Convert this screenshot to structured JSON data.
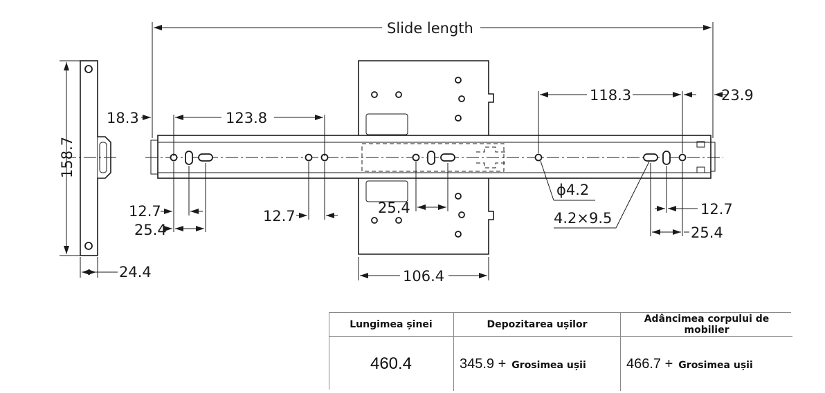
{
  "diagram": {
    "title_dimension": "Slide length",
    "dimensions": {
      "d_18_3": "18.3",
      "d_123_8": "123.8",
      "d_118_3": "118.3",
      "d_23_9": "23.9",
      "d_158_7": "158.7",
      "d_24_4": "24.4",
      "d_12_7_left": "12.7",
      "d_25_4_left": "25.4",
      "d_12_7_mid": "12.7",
      "d_25_4_mid": "25.4",
      "d_106_4": "106.4",
      "d_phi_4_2": "ϕ4.2",
      "d_slot": "4.2×9.5",
      "d_12_7_right": "12.7",
      "d_25_4_right": "25.4"
    }
  },
  "table": {
    "headers": [
      "Lungimea șinei",
      "Depozitarea ușilor",
      "Adâncimea corpului de mobilier"
    ],
    "row": {
      "slide_length": "460.4",
      "storage_value": "345.9 +",
      "storage_suffix": "Grosimea ușii",
      "depth_value": "466.7 +",
      "depth_suffix": "Grosimea ușii"
    }
  }
}
